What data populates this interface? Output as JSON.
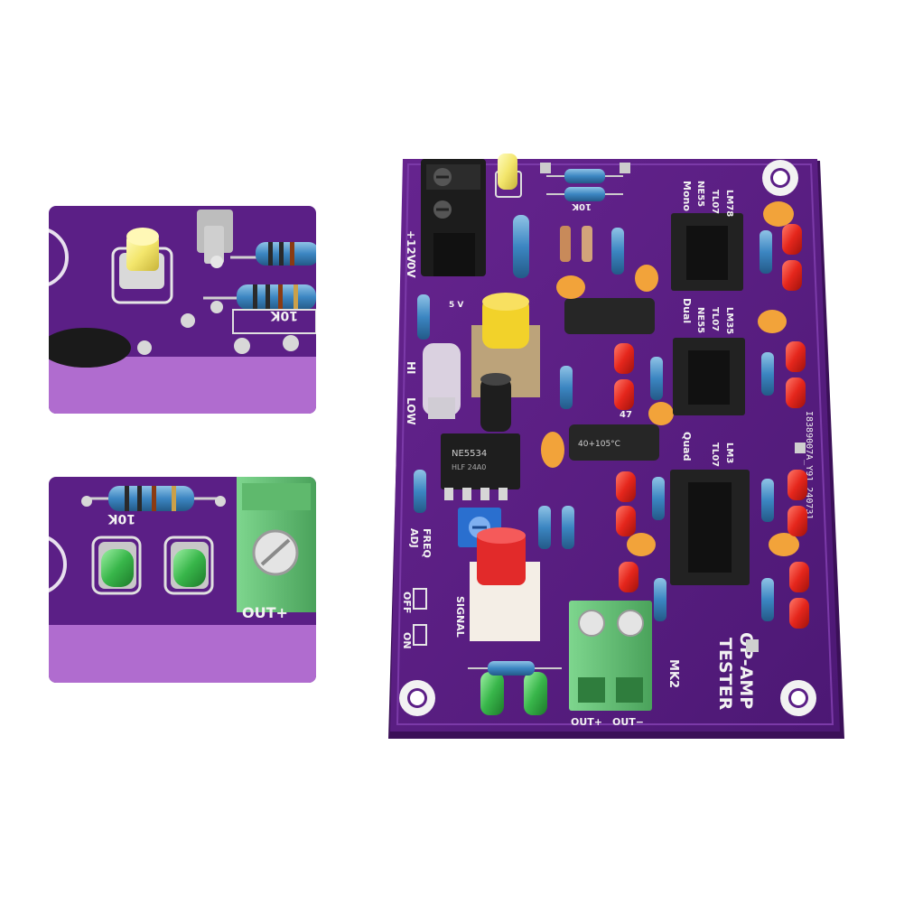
{
  "image": {
    "background": "#ffffff",
    "pcb_color": "#5b1f86",
    "inset_band_color": "#b06ccf"
  },
  "board": {
    "title_line1": "OP-AMP",
    "title_line2": "TESTER",
    "version": "MK2",
    "serial": "I8389007A_Y91_240731",
    "power_in": "+12V",
    "ground": "0V",
    "hi_label": "HI",
    "low_label": "LOW",
    "freq_adj_line1": "FREQ",
    "freq_adj_line2": "ADJ",
    "signal_label": "SIGNAL",
    "off_label": "OFF",
    "on_label": "ON",
    "out_plus": "OUT+",
    "out_minus": "OUT−",
    "mono_label": "Mono",
    "dual_label": "Dual",
    "quad_label": "Quad",
    "ic_models_mono": [
      "LM78",
      "TL07",
      "NE55"
    ],
    "ic_models_dual": [
      "LM35",
      "TL07",
      "NE55"
    ],
    "ic_models_quad": [
      "LM3",
      "TL07"
    ],
    "chip_label": "NE5534",
    "chip_sub": "HLF 24A0",
    "resistor_label": "10K",
    "cap_label_1": "47",
    "cap_label_2": "40+105°C",
    "jumper_label": "5 V"
  },
  "insets": {
    "top_resistor_label": "10K",
    "bottom_resistor_label": "10K",
    "bottom_terminal_label": "OUT+"
  }
}
